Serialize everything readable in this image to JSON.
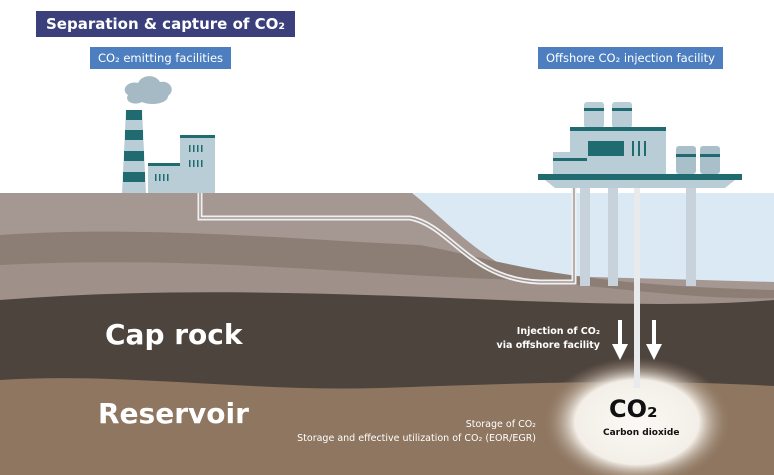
{
  "title": "Separation & capture of CO₂",
  "labels": {
    "emitting": "CO₂ emitting facilities",
    "offshore": "Offshore CO₂ injection facility",
    "cap_rock": "Cap rock",
    "reservoir": "Reservoir",
    "injection_line1": "Injection of CO₂",
    "injection_line2": "via offshore facility",
    "storage": "Storage of CO₂",
    "storage_util": "Storage and effective utilization of CO₂ (EOR/EGR)",
    "co2": "CO₂",
    "co2_name": "Carbon dioxide"
  },
  "colors": {
    "title_bg": "#3b3f7c",
    "tag_bg": "#4d7fc0",
    "facility": "#b9cdd6",
    "facility_accent": "#1f6b70",
    "cap_rock": "#4e443e",
    "reservoir": "#8e7660",
    "sea": "#dbe9f5"
  }
}
